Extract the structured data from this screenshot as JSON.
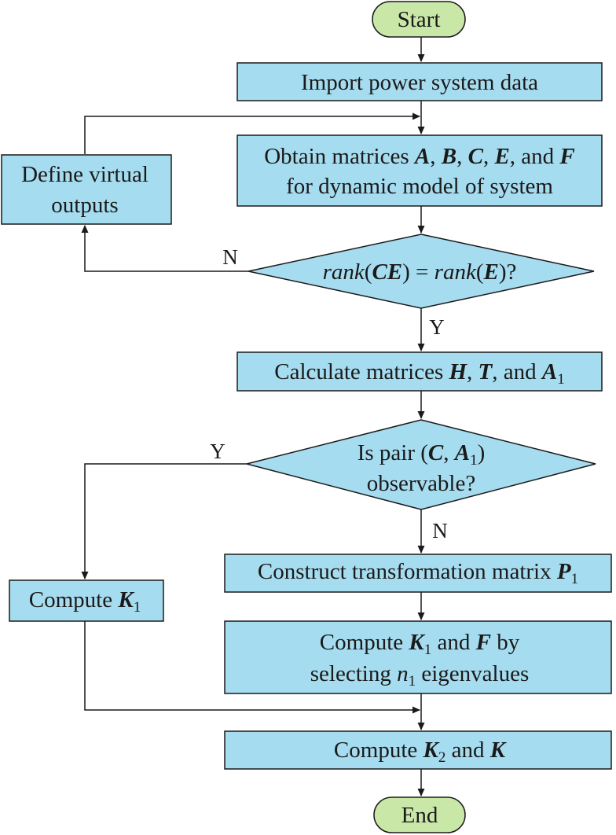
{
  "nodes": {
    "start": "Start",
    "import": "Import power system data",
    "obtain": {
      "p1": "Obtain matrices ",
      "m1": "A",
      "s1": ", ",
      "m2": "B",
      "s2": ", ",
      "m3": "C",
      "s3": ", ",
      "m4": "E",
      "s4": ", and ",
      "m5": "F",
      "line2": "for dynamic model of system"
    },
    "define": {
      "line1": "Define virtual",
      "line2": "outputs"
    },
    "rank": {
      "f1": "rank",
      "o1": "(",
      "m1": "CE",
      "o2": ") = ",
      "f2": "rank",
      "o3": "(",
      "m2": "E",
      "o4": ")?"
    },
    "calc": {
      "p1": "Calculate matrices ",
      "m1": "H",
      "s1": ", ",
      "m2": "T",
      "s2": ", and ",
      "m3": "A",
      "sub": "1"
    },
    "pair": {
      "p1": "Is pair (",
      "m1": "C",
      "s1": ", ",
      "m2": "A",
      "sub": "1",
      "p2": ")",
      "line2": "observable?"
    },
    "construct": {
      "p1": "Construct transformation matrix ",
      "m1": "P",
      "sub": "1"
    },
    "compute_k1_left": {
      "p1": "Compute ",
      "m1": "K",
      "sub": "1"
    },
    "compute_k1f": {
      "p1": "Compute ",
      "m1": "K",
      "sub1": "1",
      "s1": " and ",
      "m2": "F",
      "s2": " by",
      "l2p1": "selecting ",
      "l2m1": "n",
      "l2sub": "1",
      "l2p2": " eigenvalues"
    },
    "compute_k2": {
      "p1": "Compute ",
      "m1": "K",
      "sub": "2",
      "s1": " and ",
      "m2": "K"
    },
    "end": "End"
  },
  "edge_labels": {
    "rank_no": "N",
    "rank_yes": "Y",
    "pair_yes": "Y",
    "pair_no": "N"
  },
  "colors": {
    "process_fill": "#a6dcef",
    "terminal_fill": "#c9e8a8",
    "stroke": "#1a1a1a"
  }
}
